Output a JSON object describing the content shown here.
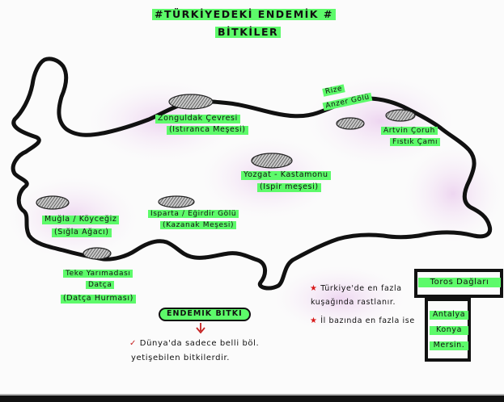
{
  "title": {
    "line1": "#TÜRKİYEDEKİ ENDEMİK #",
    "line2": "BİTKİLER"
  },
  "locations": [
    {
      "id": "rize",
      "line1": "Rize",
      "line2": "Anzer Gölü"
    },
    {
      "id": "zonguldak",
      "line1": "Zonguldak Çevresi",
      "line2": "(Istıranca Meşesi)"
    },
    {
      "id": "artvin",
      "line1": "Artvin Çoruh",
      "line2": "Fıstık Çamı"
    },
    {
      "id": "yozgat",
      "line1": "Yozgat - Kastamonu",
      "line2": "(Ispir meşesi)"
    },
    {
      "id": "isparta",
      "line1": "Isparta / Eğirdir Gölü",
      "line2": "(Kazanak Meşesi)"
    },
    {
      "id": "mugla",
      "line1": "Muğla / Köyceğiz",
      "line2": "(Sığla Ağacı)"
    },
    {
      "id": "teke",
      "line1": "Teke Yarımadası",
      "line2": "Datça",
      "line3": "(Datça Hurması)"
    }
  ],
  "definition": {
    "label": "ENDEMİK BİTKİ",
    "arrow": "⇓",
    "check": "✓",
    "line1": "Dünya'da sadece belli böl.",
    "line2": "yetişebilen bitkilerdir."
  },
  "notes": {
    "star": "★",
    "note1_line1": "Türkiye'de en fazla",
    "note1_line2": "kuşağında rastlanır.",
    "note2": "İl bazında en fazla ise",
    "toros": "Toros Dağları",
    "antalya": "Antalya",
    "konya": "Konya",
    "mersin": "Mersin."
  },
  "colors": {
    "highlighter": "#5dfa6a",
    "star": "#d81a1a",
    "shade": "#e7c8ea",
    "ink": "#111111"
  }
}
